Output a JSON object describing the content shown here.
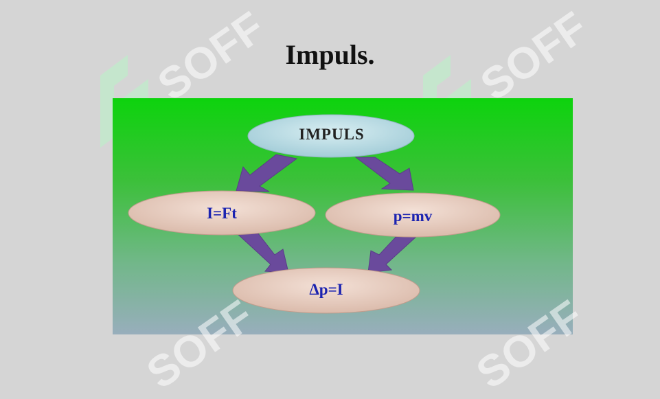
{
  "slide": {
    "title": "Impuls."
  },
  "watermark": {
    "text": "SOFF",
    "color": "#ffffff"
  },
  "diagram": {
    "nodes": {
      "top": "IMPULS",
      "left": "I=Ft",
      "right": "p=mv",
      "bottom": "Δp=I"
    },
    "colors": {
      "node_top_fill": "#bfdfe6",
      "node_fill": "#ecd4c8",
      "arrow_fill": "#6b4a9a",
      "formula_text": "#1b23b0"
    }
  }
}
